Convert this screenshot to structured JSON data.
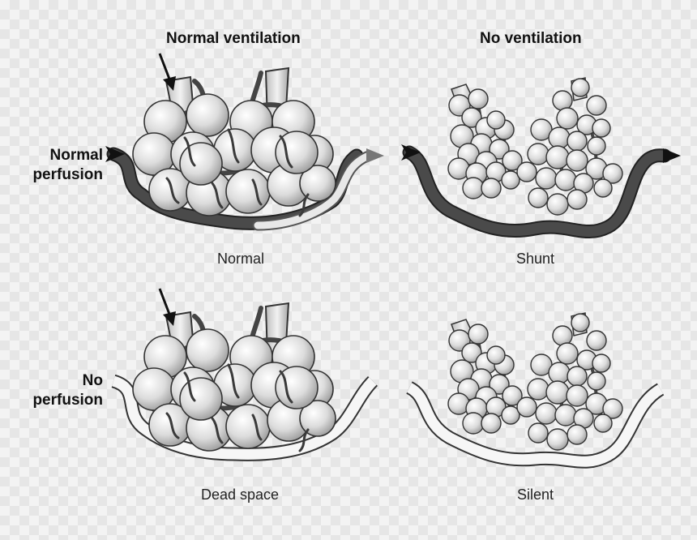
{
  "headers": {
    "normal_ventilation": "Normal ventilation",
    "no_ventilation": "No ventilation"
  },
  "row_labels": {
    "normal_perfusion": [
      "Normal",
      "perfusion"
    ],
    "no_perfusion": [
      "No",
      "perfusion"
    ]
  },
  "panels": [
    {
      "caption": "Normal",
      "ventilated": true,
      "perfused": true
    },
    {
      "caption": "Shunt",
      "ventilated": false,
      "perfused": true
    },
    {
      "caption": "Dead space",
      "ventilated": true,
      "perfused": false
    },
    {
      "caption": "Silent",
      "ventilated": false,
      "perfused": false
    }
  ],
  "colors": {
    "background": "#f3f3f3",
    "alveolus_fill": "#d6d6d6",
    "alveolus_stroke": "#333333",
    "vessel_dark": "#4a4a4a",
    "vessel_light": "#e8e8e8",
    "arrow": "#111111"
  }
}
